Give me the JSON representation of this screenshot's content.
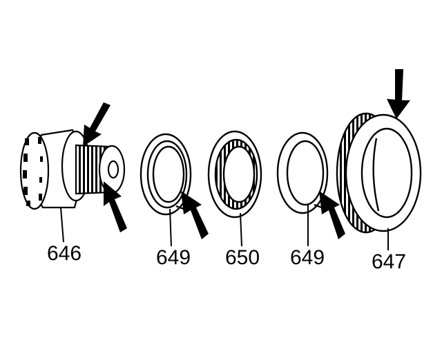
{
  "diagram": {
    "parts": [
      {
        "id": "646",
        "label": "646"
      },
      {
        "id": "649a",
        "label": "649"
      },
      {
        "id": "650",
        "label": "650"
      },
      {
        "id": "649b",
        "label": "649"
      },
      {
        "id": "647",
        "label": "647"
      }
    ],
    "colors": {
      "ink": "#000000",
      "paper": "#ffffff"
    }
  }
}
